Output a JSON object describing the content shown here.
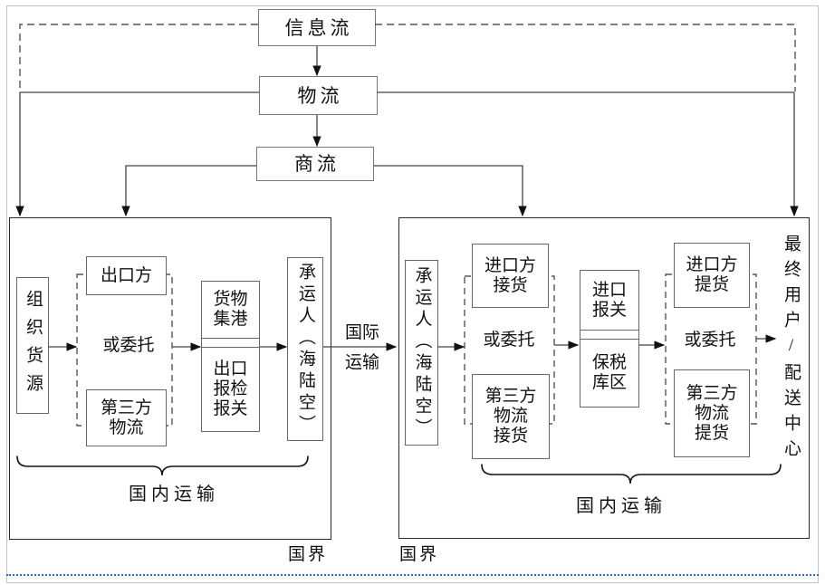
{
  "flow_chain": {
    "info_flow": "信息流",
    "material_flow": "物流",
    "commerce_flow": "商流"
  },
  "left_region": {
    "organize_source": "组织货源",
    "exporter": "出口方",
    "or_entrust": "或委托",
    "third_party_logistics": "第三方\n物流",
    "cargo_to_port": "货物\n集港",
    "export_inspection_customs": "出口\n报检\n报关",
    "carrier": "承运人（海陆空）",
    "brace_label": "国内运输",
    "border_label": "国界"
  },
  "middle": {
    "international_transport": "国际\n运输"
  },
  "right_region": {
    "carrier": "承运人（海陆空）",
    "importer_receive": "进口方\n接货",
    "or_entrust": "或委托",
    "third_party_receive": "第三方\n物流\n接货",
    "import_customs": "进口\n报关",
    "bonded_zone": "保税\n库区",
    "importer_pickup": "进口方\n提货",
    "or_entrust_2": "或委托",
    "third_party_pickup": "第三方\n物流\n提货",
    "end_user": "最终用户/配送中心",
    "brace_label": "国内运输",
    "border_label": "国界"
  },
  "colors": {
    "connector": "#444444",
    "dashed_group_border": "#555555",
    "box_border": "#666666",
    "region_border": "#2a2a2a",
    "bottom_rule": "#2b66c2"
  }
}
